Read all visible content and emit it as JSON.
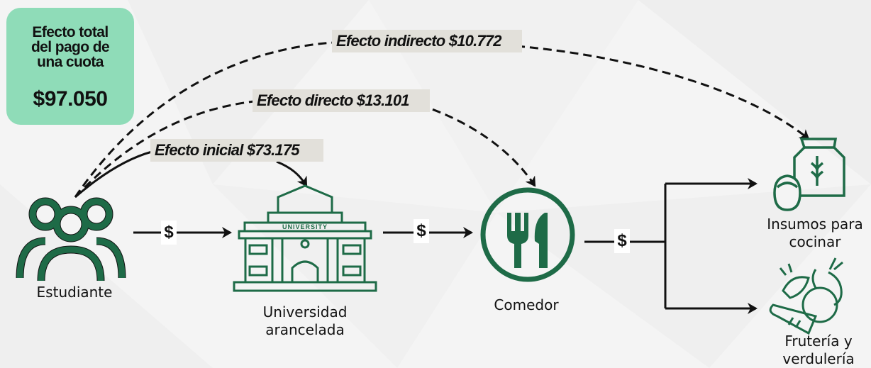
{
  "summary": {
    "title": "Efecto total del pago de una cuota",
    "value": "$97.050",
    "accent_color": "#8fdcb8"
  },
  "effects": {
    "indirect": "Efecto indirecto $10.772",
    "direct": "Efecto directo $13.101",
    "initial": "Efecto inicial $73.175"
  },
  "flow": {
    "money_symbol": "$"
  },
  "nodes": {
    "student": {
      "label": "Estudiante",
      "icon": "group-of-people-icon"
    },
    "university": {
      "label": "Universidad arancelada",
      "icon": "university-building-icon",
      "sign_text": "UNIVERSITY"
    },
    "dining": {
      "label": "Comedor",
      "icon": "fork-knife-icon"
    },
    "supplies": {
      "label": "Insumos para cocinar",
      "icon": "flour-sack-icon"
    },
    "greengrocer": {
      "label": "Frutería y verdulería",
      "icon": "vegetables-icon"
    }
  },
  "colors": {
    "icon_green": "#1e6b47",
    "arrow": "#111111",
    "label_bg": "#e2e0da"
  }
}
